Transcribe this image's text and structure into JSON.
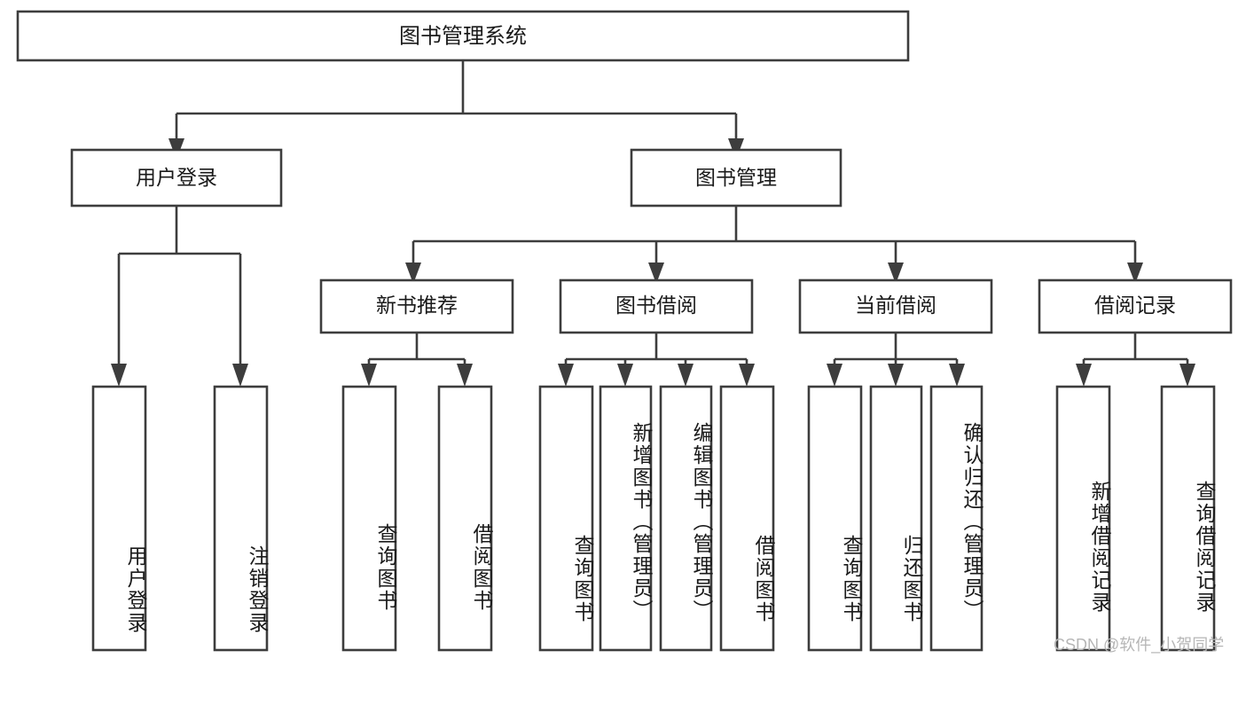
{
  "diagram": {
    "type": "tree-hierarchy",
    "root": {
      "id": "root",
      "label": "图书管理系统"
    },
    "level2": [
      {
        "id": "user-login",
        "label": "用户登录"
      },
      {
        "id": "book-manage",
        "label": "图书管理"
      }
    ],
    "level3": [
      {
        "id": "new-book-recommend",
        "label": "新书推荐",
        "parent": "book-manage"
      },
      {
        "id": "book-borrow",
        "label": "图书借阅",
        "parent": "book-manage"
      },
      {
        "id": "current-borrow",
        "label": "当前借阅",
        "parent": "book-manage"
      },
      {
        "id": "borrow-record",
        "label": "借阅记录",
        "parent": "book-manage"
      }
    ],
    "leaves": [
      {
        "id": "leaf-user-login",
        "label": "用户登录",
        "parent": "user-login"
      },
      {
        "id": "leaf-user-logout",
        "label": "注销登录",
        "parent": "user-login"
      },
      {
        "id": "leaf-query-book-1",
        "label": "查询图书",
        "parent": "new-book-recommend"
      },
      {
        "id": "leaf-borrow-book-1",
        "label": "借阅图书",
        "parent": "new-book-recommend"
      },
      {
        "id": "leaf-query-book-2",
        "label": "查询图书",
        "parent": "book-borrow"
      },
      {
        "id": "leaf-add-book",
        "label": "新增图书（管理员）",
        "parent": "book-borrow"
      },
      {
        "id": "leaf-edit-book",
        "label": "编辑图书（管理员）",
        "parent": "book-borrow"
      },
      {
        "id": "leaf-borrow-book-2",
        "label": "借阅图书",
        "parent": "book-borrow"
      },
      {
        "id": "leaf-query-book-3",
        "label": "查询图书",
        "parent": "current-borrow"
      },
      {
        "id": "leaf-return-book",
        "label": "归还图书",
        "parent": "current-borrow"
      },
      {
        "id": "leaf-confirm-return",
        "label": "确认归还（管理员）",
        "parent": "current-borrow"
      },
      {
        "id": "leaf-add-record",
        "label": "新增借阅记录",
        "parent": "borrow-record"
      },
      {
        "id": "leaf-query-record",
        "label": "查询借阅记录",
        "parent": "borrow-record"
      }
    ]
  },
  "watermark": {
    "text": "CSDN @软件_小贺同学"
  },
  "colors": {
    "stroke": "#3d3d3d",
    "box_fill": "#ffffff",
    "text": "#1a1a1a",
    "watermark": "#b6b6b6",
    "background": "#ffffff"
  }
}
